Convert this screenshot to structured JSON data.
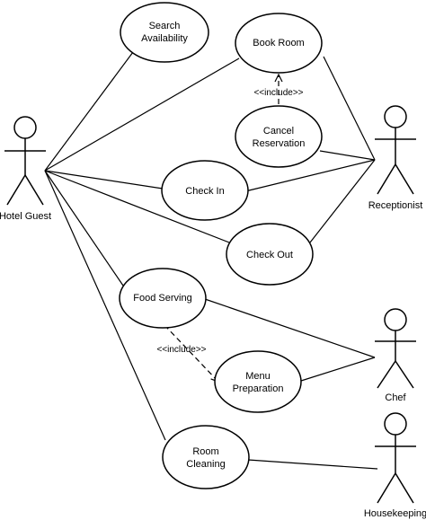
{
  "actors": {
    "hotel_guest": "Hotel Guest",
    "receptionist": "Receptionist",
    "chef": "Chef",
    "housekeeping": "Housekeeping"
  },
  "use_cases": {
    "search_availability": [
      "Search",
      "Availability"
    ],
    "book_room": [
      "Book Room"
    ],
    "cancel_reservation": [
      "Cancel",
      "Reservation"
    ],
    "check_in": [
      "Check In"
    ],
    "check_out": [
      "Check Out"
    ],
    "food_serving": [
      "Food Serving"
    ],
    "menu_preparation": [
      "Menu",
      "Preparation"
    ],
    "room_cleaning": [
      "Room",
      "Cleaning"
    ]
  },
  "relations": {
    "include_1": "<<include>>",
    "include_2": "<<include>>"
  }
}
